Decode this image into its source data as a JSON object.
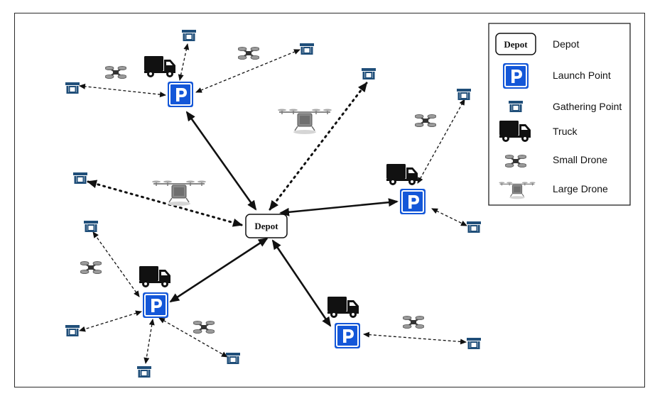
{
  "diagram": {
    "depot_label": "Depot",
    "parking_glyph": "P"
  },
  "legend": {
    "items": [
      {
        "icon": "depot-icon",
        "label": "Depot"
      },
      {
        "icon": "parking-icon",
        "label": "Launch Point"
      },
      {
        "icon": "gathering-point-icon",
        "label": "Gathering Point"
      },
      {
        "icon": "truck-icon",
        "label": "Truck"
      },
      {
        "icon": "small-drone-icon",
        "label": "Small Drone"
      },
      {
        "icon": "large-drone-icon",
        "label": "Large Drone"
      }
    ]
  },
  "colors": {
    "parking_blue": "#1457d8",
    "gathering_blue": "#1f4e79",
    "truck": "#111111",
    "arrow": "#111111"
  }
}
